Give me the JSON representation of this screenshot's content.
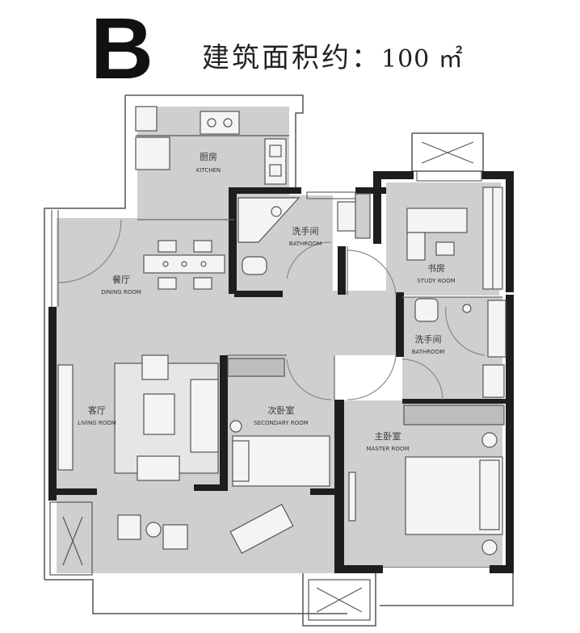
{
  "header": {
    "unit_type": "B",
    "area_label": "建筑面积约：",
    "area_value": "100 ㎡"
  },
  "rooms": {
    "kitchen": {
      "cn": "厨房",
      "en": "KITCHEN"
    },
    "dining": {
      "cn": "餐厅",
      "en": "DINING ROOM"
    },
    "bathroom_1": {
      "cn": "洗手间",
      "en": "BATHROOM"
    },
    "study": {
      "cn": "书房",
      "en": "STUDY ROOM"
    },
    "bathroom_2": {
      "cn": "洗手间",
      "en": "BATHROOM"
    },
    "living": {
      "cn": "客厅",
      "en": "LIVING ROOM"
    },
    "secondary_bedroom": {
      "cn": "次卧室",
      "en": "SECONDARY ROOM"
    },
    "master_bedroom": {
      "cn": "主卧室",
      "en": "MASTER ROOM"
    }
  },
  "colors": {
    "floor": "#cfcfcf",
    "wall": "#1e1e1e",
    "outline": "#555555",
    "furniture": "#f4f4f4"
  }
}
